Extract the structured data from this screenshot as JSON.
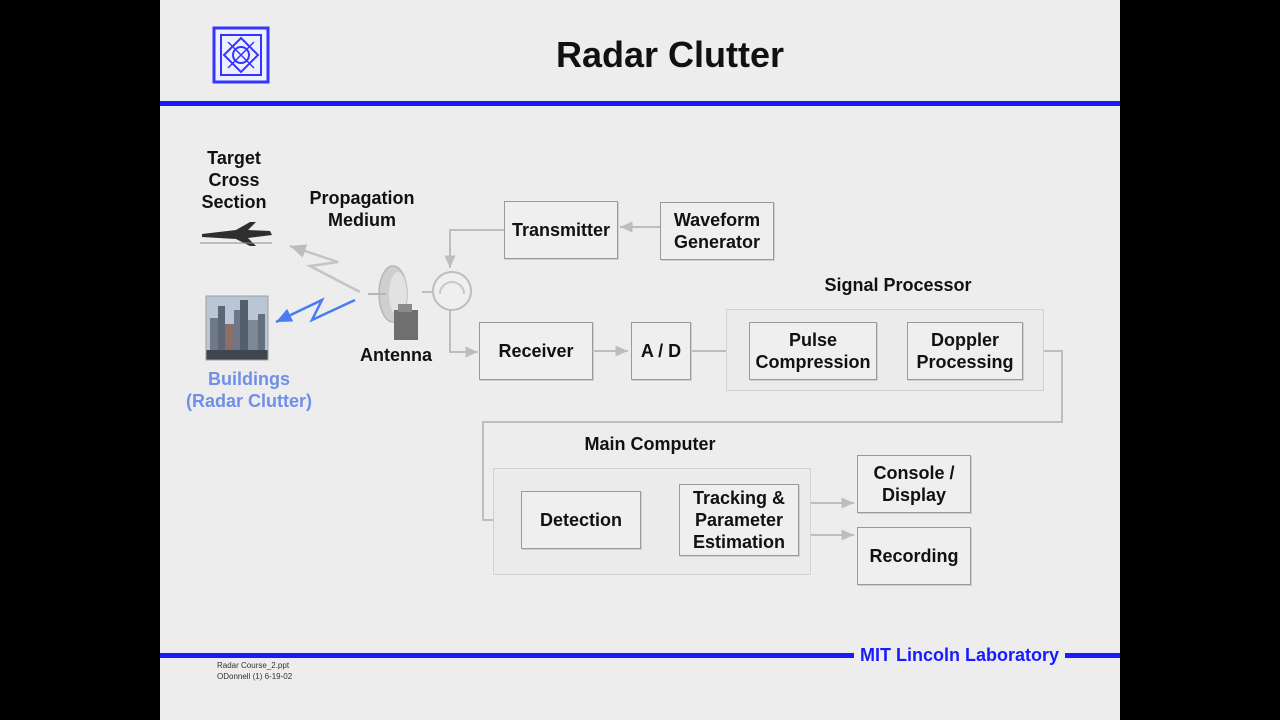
{
  "slide": {
    "title": "Radar Clutter",
    "footer_lab": "MIT Lincoln Laboratory",
    "footer_file": "Radar Course_2.ppt",
    "footer_author": "ODonnell (1) 6-19-02"
  },
  "labels": {
    "target": "Target Cross Section",
    "propagation": "Propagation Medium",
    "antenna": "Antenna",
    "buildings": "Buildings (Radar Clutter)",
    "signal_processor": "Signal Processor",
    "main_computer": "Main Computer"
  },
  "blocks": {
    "transmitter": "Transmitter",
    "waveform": "Waveform Generator",
    "receiver": "Receiver",
    "ad": "A / D",
    "pulse": "Pulse Compression",
    "doppler": "Doppler Processing",
    "detection": "Detection",
    "tracking": "Tracking & Parameter Estimation",
    "console": "Console / Display",
    "recording": "Recording"
  },
  "colors": {
    "rule": "#1a1aff",
    "clutter_accent": "#6f8fe8",
    "wire": "#bdbdbd"
  },
  "icons": [
    "logo-icon",
    "aircraft-icon",
    "buildings-image",
    "antenna-dish-icon",
    "circulator-icon"
  ]
}
